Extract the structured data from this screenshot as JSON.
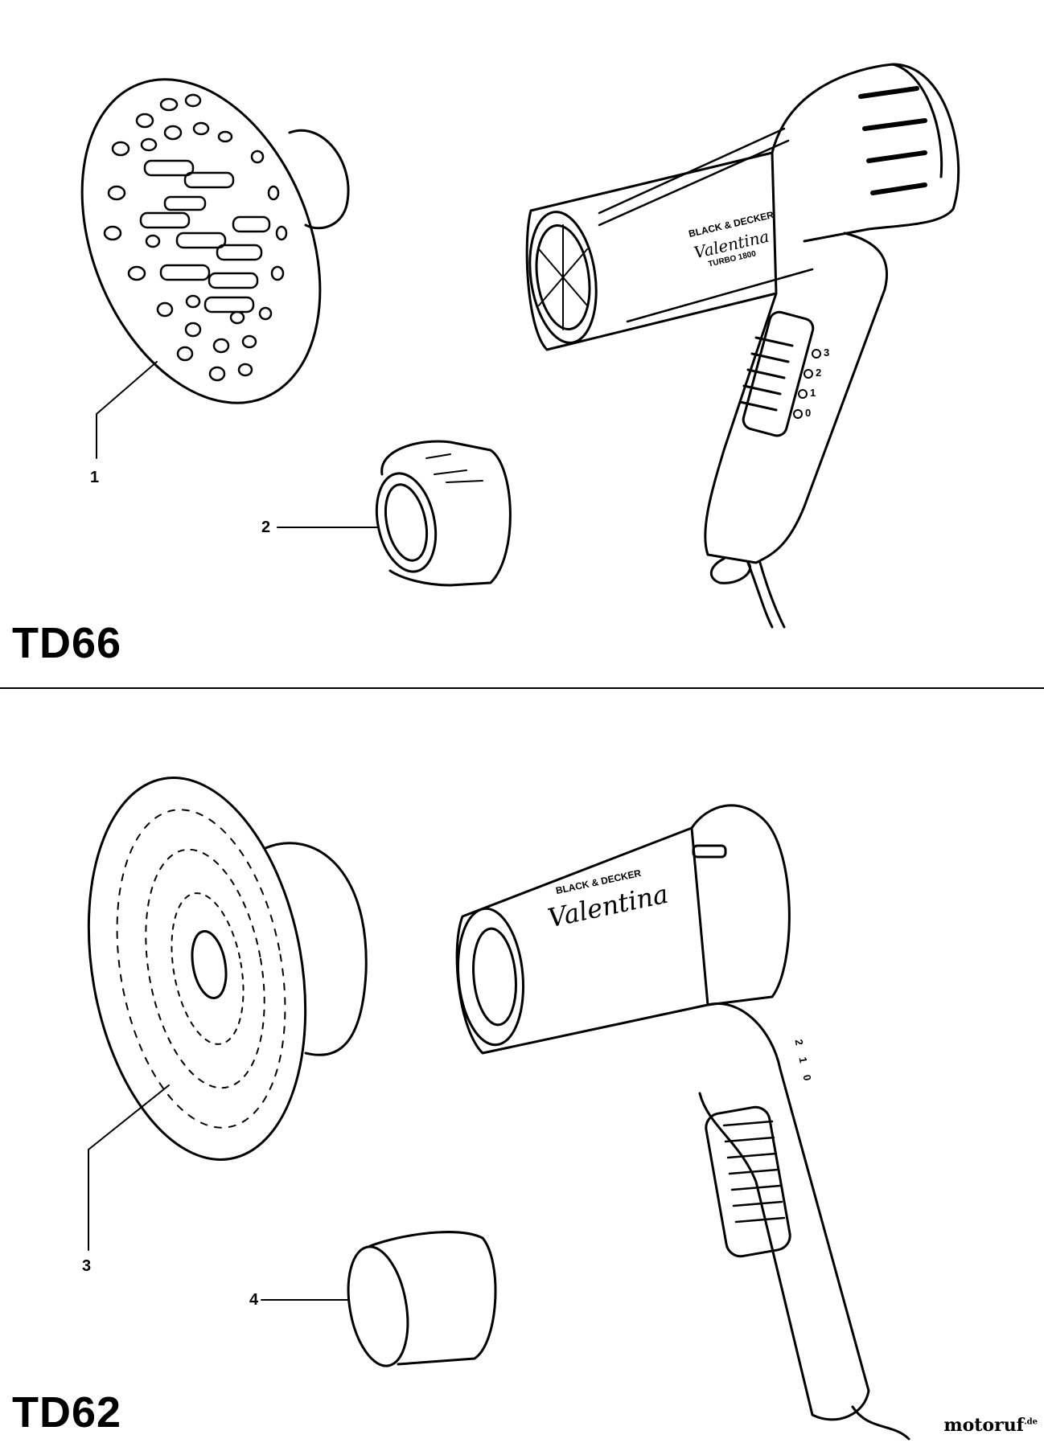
{
  "sections": [
    {
      "model": "TD66",
      "callouts": [
        "1",
        "2"
      ],
      "dryer": {
        "brand": "BLACK & DECKER",
        "name": "Valentina",
        "subname": "TURBO 1800",
        "switch_marks": [
          "3",
          "2",
          "1",
          "0"
        ]
      }
    },
    {
      "model": "TD62",
      "callouts": [
        "3",
        "4"
      ],
      "dryer": {
        "brand": "BLACK & DECKER",
        "name": "Valentina",
        "switch_marks": [
          "2",
          "1",
          "0"
        ]
      }
    }
  ],
  "watermark": {
    "text": "motoruf",
    "suffix": ".de"
  },
  "colors": {
    "line": "#000000",
    "background": "#ffffff"
  }
}
